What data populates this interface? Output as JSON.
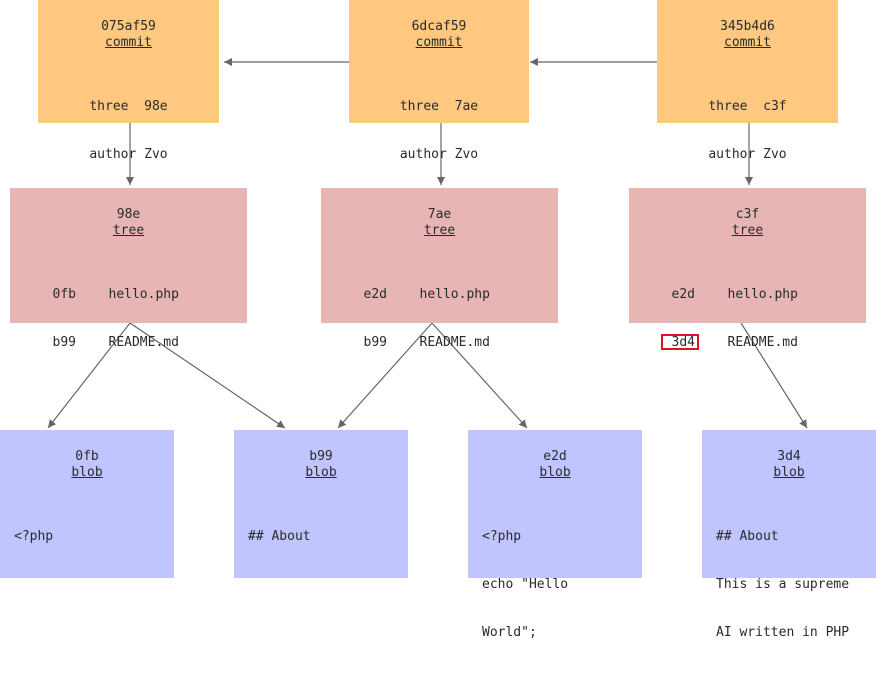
{
  "commits": [
    {
      "hash": "075af59",
      "kind": "commit",
      "line1": "three  98e",
      "line2": "author Zvo"
    },
    {
      "hash": "6dcaf59",
      "kind": "commit",
      "line1": "three  7ae",
      "line2": "author Zvo"
    },
    {
      "hash": "345b4d6",
      "kind": "commit",
      "line1": "three  c3f",
      "line2": "author Zvo"
    }
  ],
  "trees": [
    {
      "hash": "98e",
      "kind": "tree",
      "entries": [
        {
          "hash": "0fb",
          "name": "hello.php"
        },
        {
          "hash": "b99",
          "name": "README.md"
        }
      ]
    },
    {
      "hash": "7ae",
      "kind": "tree",
      "entries": [
        {
          "hash": "e2d",
          "name": "hello.php"
        },
        {
          "hash": "b99",
          "name": "README.md"
        }
      ]
    },
    {
      "hash": "c3f",
      "kind": "tree",
      "entries": [
        {
          "hash": "e2d",
          "name": "hello.php"
        },
        {
          "hash": "3d4",
          "name": "README.md",
          "highlighted": true
        }
      ]
    }
  ],
  "blobs": [
    {
      "hash": "0fb",
      "kind": "blob",
      "lines": [
        "<?php"
      ]
    },
    {
      "hash": "b99",
      "kind": "blob",
      "lines": [
        "## About"
      ]
    },
    {
      "hash": "e2d",
      "kind": "blob",
      "lines": [
        "<?php",
        "echo \"Hello",
        "World\";"
      ]
    },
    {
      "hash": "3d4",
      "kind": "blob",
      "lines": [
        "## About",
        "This is a supreme",
        "AI written in PHP"
      ]
    }
  ],
  "colors": {
    "commit": "#ffc880",
    "tree": "#e8b5b5",
    "blob": "#c0c5ff",
    "arrow": "#666666",
    "highlight": "#e0141e"
  }
}
